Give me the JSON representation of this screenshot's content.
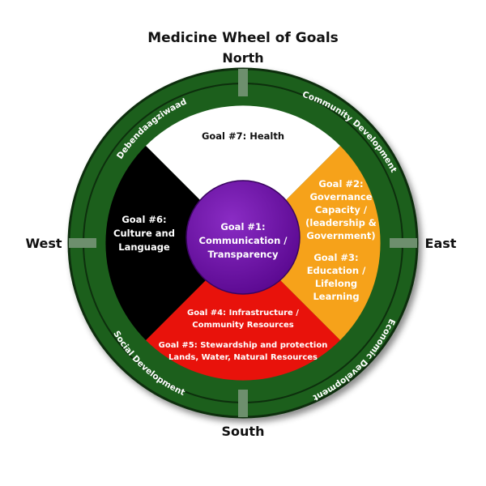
{
  "title": "Medicine Wheel of Goals",
  "directions": {
    "north": "North",
    "east": "East",
    "south": "South",
    "west": "West"
  },
  "ring_labels": {
    "north_west": "Debendaagziwaad",
    "north_east": "Community Development",
    "south_east": "Economic Development",
    "south_west": "Social Development"
  },
  "goals": {
    "goal1": {
      "line1": "Goal #1:",
      "line2": "Communication /",
      "line3": "Transparency"
    },
    "goal2": {
      "line1": "Goal #2:",
      "line2": "Governance",
      "line3": "Capacity /",
      "line4": "(leadership &",
      "line5": "Government)"
    },
    "goal3": {
      "line1": "Goal #3:",
      "line2": "Education /",
      "line3": "Lifelong",
      "line4": "Learning"
    },
    "goal4": {
      "line1": "Goal #4: Infrastructure /",
      "line2": "Community Resources"
    },
    "goal5": {
      "line1": "Goal #5: Stewardship and protection",
      "line2": "Lands, Water, Natural Resources"
    },
    "goal6": {
      "line1": "Goal #6:",
      "line2": "Culture and",
      "line3": "Language"
    },
    "goal7": {
      "line1": "Goal #7: Health"
    }
  },
  "colors": {
    "ring": "#1f5e1f",
    "ring_border": "#0d2f0d",
    "divider": "#6d8f6d",
    "north_segment": "#ffffff",
    "east_segment": "#f6a21a",
    "south_segment": "#e8120b",
    "west_segment": "#000000",
    "center": "#6a0ca0"
  }
}
